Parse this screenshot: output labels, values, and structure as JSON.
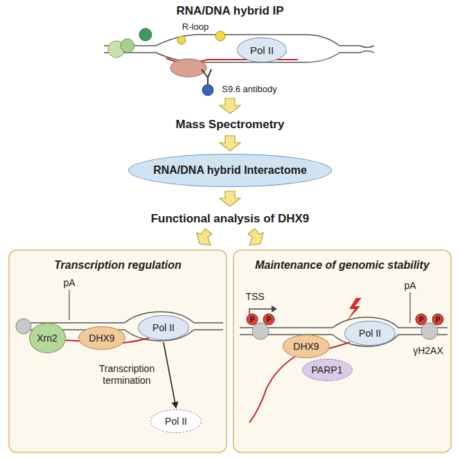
{
  "diagram": {
    "nodes": [
      {
        "text": [
          "Pol II"
        ]
      },
      {
        "text": [
          "RNA/DNA hybrid Interactome"
        ]
      },
      {
        "text": [
          "Transcription regulation"
        ]
      },
      {
        "text": [
          "Maintenance of genomic stability"
        ]
      },
      {
        "text": [
          "Xrn2"
        ],
        "in": 2
      },
      {
        "text": [
          "DHX9"
        ],
        "in": 2
      },
      {
        "text": [
          "Pol II"
        ],
        "in": 2
      },
      {
        "text": [
          "Pol II"
        ],
        "in": 2
      },
      {
        "text": [
          "DHX9"
        ],
        "in": 3
      },
      {
        "text": [
          "PARP1"
        ],
        "in": 3
      },
      {
        "text": [
          "Pol II"
        ],
        "in": 3
      }
    ],
    "edges": [
      {
        "from": 6,
        "to": 7,
        "arrow": "to",
        "label": "Transcription termination"
      }
    ],
    "labels": [
      "RNA/DNA hybrid IP",
      "R-loop",
      "S9.6 antibody",
      "Mass Spectrometry",
      "Functional analysis of DHX9",
      "pA",
      "TSS",
      "pA",
      "γH2AX",
      "P",
      "P",
      "P",
      "P"
    ]
  }
}
